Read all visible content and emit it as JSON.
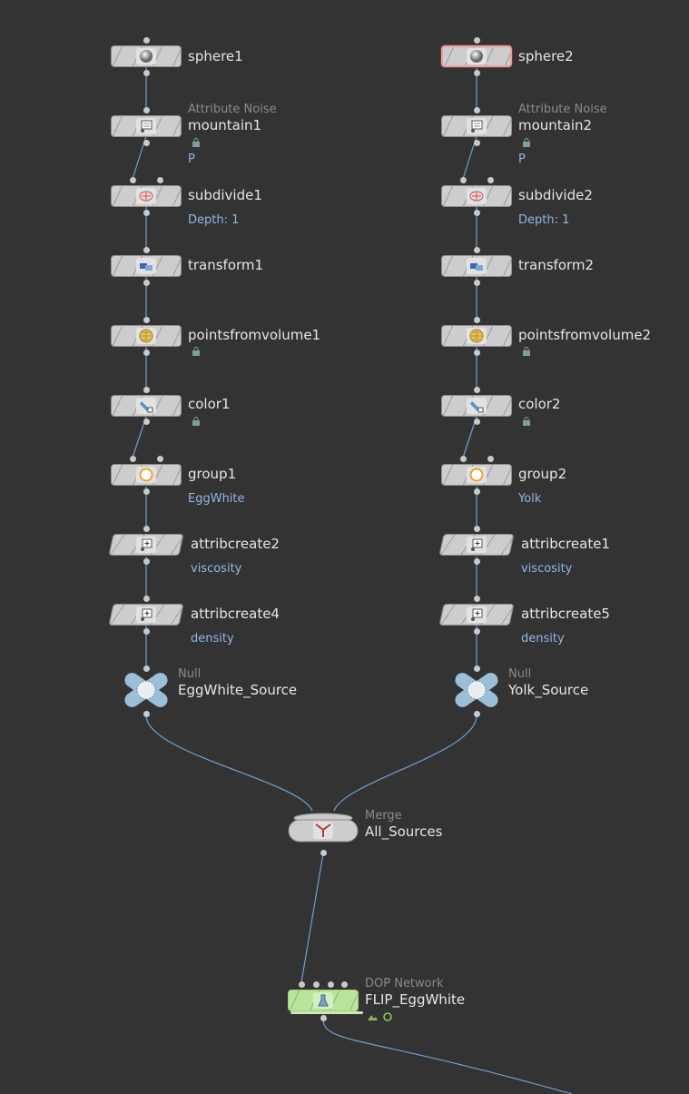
{
  "nodes": {
    "sphere1": "sphere1",
    "sphere2": "sphere2",
    "mountain1": {
      "type": "Attribute Noise",
      "name": "mountain1",
      "param": "P"
    },
    "mountain2": {
      "type": "Attribute Noise",
      "name": "mountain2",
      "param": "P"
    },
    "subdivide1": {
      "name": "subdivide1",
      "param": "Depth: 1"
    },
    "subdivide2": {
      "name": "subdivide2",
      "param": "Depth: 1"
    },
    "transform1": "transform1",
    "transform2": "transform2",
    "pfv1": "pointsfromvolume1",
    "pfv2": "pointsfromvolume2",
    "color1": "color1",
    "color2": "color2",
    "group1": {
      "name": "group1",
      "param": "EggWhite"
    },
    "group2": {
      "name": "group2",
      "param": "Yolk"
    },
    "attribcreate2": {
      "name": "attribcreate2",
      "param": "viscosity"
    },
    "attribcreate1": {
      "name": "attribcreate1",
      "param": "viscosity"
    },
    "attribcreate4": {
      "name": "attribcreate4",
      "param": "density"
    },
    "attribcreate5": {
      "name": "attribcreate5",
      "param": "density"
    },
    "null1": {
      "type": "Null",
      "name": "EggWhite_Source"
    },
    "null2": {
      "type": "Null",
      "name": "Yolk_Source"
    },
    "merge": {
      "type": "Merge",
      "name": "All_Sources"
    },
    "dop": {
      "type": "DOP Network",
      "name": "FLIP_EggWhite"
    }
  },
  "colors": {
    "background": "#333333",
    "wire": "#6f9fd6",
    "label": "#e6e6e6",
    "param": "#8fb7e6",
    "selected_outline": "#e6a0a0",
    "dop_node": "#b8e59a"
  }
}
